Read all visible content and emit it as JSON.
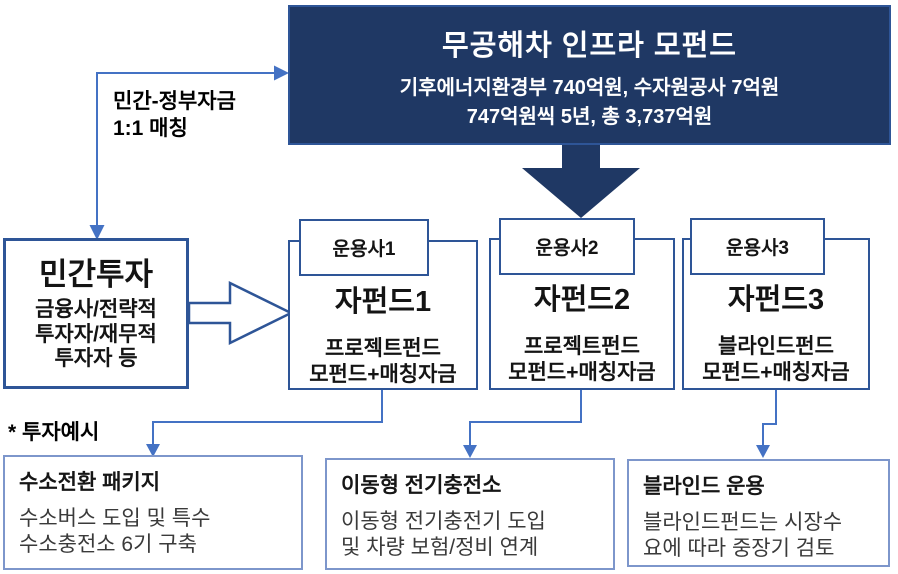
{
  "colors": {
    "navy": "#1f3864",
    "connector_blue": "#4472c4",
    "box_border_blue": "#2e5597",
    "light_border_blue": "#7d96cb",
    "body_text_gray": "#3a3a3a",
    "title_text": "#141414"
  },
  "mother_fund": {
    "title": "무공해차 인프라 모펀드",
    "subtitle_line1": "기후에너지환경부 740억원, 수자원공사 7억원",
    "subtitle_line2": "747억원씩 5년, 총 3,737억원"
  },
  "labels": {
    "matching": "민간-정부자금\n1:1 매칭",
    "examples": "* 투자예시"
  },
  "private_investment": {
    "title": "민간투자",
    "body": "금융사/전략적\n투자자/재무적\n투자자 등"
  },
  "sub_funds": [
    {
      "manager": "운용사1",
      "name": "자펀드1",
      "type": "프로젝트펀드",
      "funding": "모펀드+매칭자금"
    },
    {
      "manager": "운용사2",
      "name": "자펀드2",
      "type": "프로젝트펀드",
      "funding": "모펀드+매칭자금"
    },
    {
      "manager": "운용사3",
      "name": "자펀드3",
      "type": "블라인드펀드",
      "funding": "모펀드+매칭자금"
    }
  ],
  "examples": [
    {
      "title": "수소전환 패키지",
      "body": "수소버스 도입 및 특수\n수소충전소 6기 구축"
    },
    {
      "title": "이동형 전기충전소",
      "body": "이동형 전기충전기 도입\n및 차량 보험/정비 연계"
    },
    {
      "title": "블라인드 운용",
      "body": "블라인드펀드는 시장수\n요에 따라 중장기 검토"
    }
  ]
}
